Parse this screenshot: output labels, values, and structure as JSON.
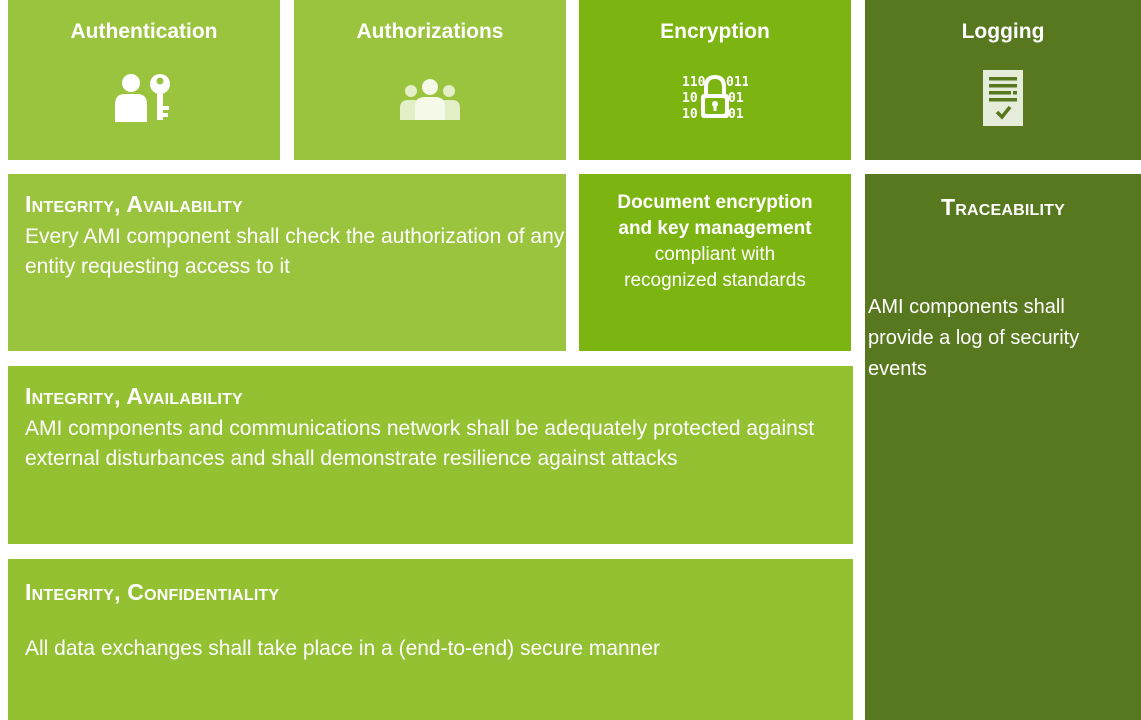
{
  "colors": {
    "light_green": "#9bc43e",
    "mid_green": "#93c132",
    "encryption_green": "#7cb411",
    "dark_green": "#58781f"
  },
  "headers": [
    {
      "title": "Authentication",
      "icon": "user-key-icon"
    },
    {
      "title": "Authorizations",
      "icon": "user-group-icon"
    },
    {
      "title": "Encryption",
      "icon": "binary-lock-icon"
    },
    {
      "title": "Logging",
      "icon": "log-document-icon"
    }
  ],
  "boxes": {
    "auth": {
      "heading": "Integrity, Availability",
      "text": "Every AMI component shall check the authorization of any entity requesting access to it"
    },
    "encryption": {
      "bold_line1": "Document encryption",
      "bold_line2": "and key management",
      "line3": "compliant with",
      "line4": "recognized standards"
    },
    "traceability": {
      "heading": "Traceability",
      "text": "AMI components shall provide a log of security events"
    },
    "network": {
      "heading": "Integrity, Availability",
      "text": "AMI components and communications network shall be adequately protected against external disturbances and shall demonstrate resilience against attacks"
    },
    "exchange": {
      "heading": "Integrity, Confidentiality",
      "text": "All data exchanges shall take place in a (end-to-end) secure manner"
    }
  }
}
